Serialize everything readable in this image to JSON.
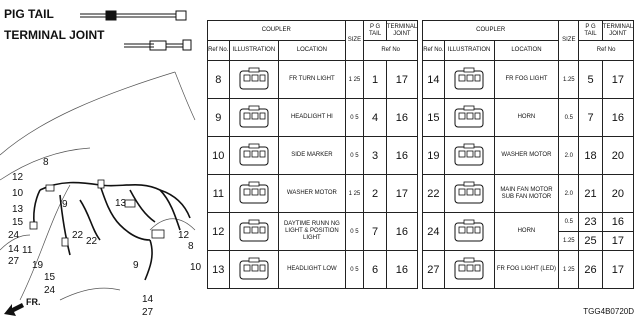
{
  "legend": {
    "pigtail": "PIG TAIL",
    "terminal": "TERMINAL JOINT"
  },
  "headers": {
    "coupler": "COUPLER",
    "ref_no": "Ref No.",
    "illustration": "ILLUSTRATION",
    "location": "LOCATION",
    "size": "SIZE",
    "pg_tail": "P G TAIL",
    "terminal_joint": "TERMINAL JOINT",
    "ref_no2": "Ref No"
  },
  "left_rows": [
    {
      "ref": "8",
      "location": "FR  TURN LIGHT",
      "size": "1 25",
      "pg": "1",
      "tj": "17"
    },
    {
      "ref": "9",
      "location": "HEADLIGHT HI",
      "size": "0 5",
      "pg": "4",
      "tj": "16"
    },
    {
      "ref": "10",
      "location": "SIDE MARKER",
      "size": "0 5",
      "pg": "3",
      "tj": "16"
    },
    {
      "ref": "11",
      "location": "WASHER MOTOR",
      "size": "1 25",
      "pg": "2",
      "tj": "17"
    },
    {
      "ref": "12",
      "location": "DAYTIME RUNN NG LIGHT & POSITION LIGHT",
      "size": "0 5",
      "pg": "7",
      "tj": "16"
    },
    {
      "ref": "13",
      "location": "HEADLIGHT LOW",
      "size": "0 5",
      "pg": "6",
      "tj": "16"
    }
  ],
  "right_rows": [
    {
      "ref": "14",
      "location": "FR  FOG LIGHT",
      "size": "1.25",
      "pg": "5",
      "tj": "17"
    },
    {
      "ref": "15",
      "location": "HORN",
      "size": "0.5",
      "pg": "7",
      "tj": "16"
    },
    {
      "ref": "19",
      "location": "WASHER MOTOR",
      "size": "2.0",
      "pg": "18",
      "tj": "20"
    },
    {
      "ref": "22",
      "location": "MAIN FAN MOTOR SUB FAN MOTOR",
      "size": "2.0",
      "pg": "21",
      "tj": "20"
    },
    {
      "ref": "24",
      "location": "HORN",
      "sub": [
        {
          "size": "0.5",
          "pg": "23",
          "tj": "16"
        },
        {
          "size": "1.25",
          "pg": "25",
          "tj": "17"
        }
      ]
    },
    {
      "ref": "27",
      "location": "FR  FOG LIGHT (LED)",
      "size": "1 25",
      "pg": "26",
      "tj": "17"
    }
  ],
  "callouts": [
    "8",
    "12",
    "10",
    "13",
    "15",
    "24",
    "14",
    "27",
    "11",
    "19",
    "9",
    "22",
    "13",
    "22",
    "9",
    "12",
    "8",
    "10",
    "14",
    "27",
    "15",
    "24"
  ],
  "fr_label": "FR.",
  "diagram_code": "TGG4B0720D"
}
